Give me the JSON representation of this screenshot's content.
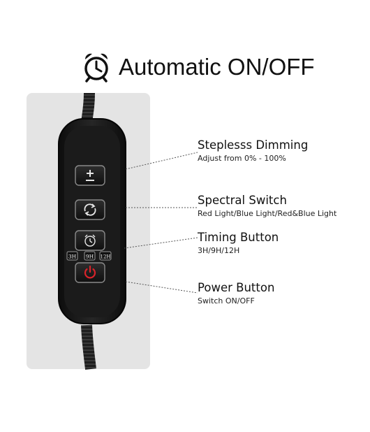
{
  "title": "Automatic ON/OFF",
  "timer_labels": [
    "3H",
    "9H",
    "12H"
  ],
  "callouts": [
    {
      "heading": "Steplesss Dimming",
      "sub": "Adjust from 0% - 100%"
    },
    {
      "heading": "Spectral Switch",
      "sub": "Red Light/Blue Light/Red&Blue Light"
    },
    {
      "heading": "Timing Button",
      "sub": "3H/9H/12H"
    },
    {
      "heading": "Power Button",
      "sub": "Switch ON/OFF"
    }
  ],
  "icons": [
    "alarm-clock-icon",
    "plus-minus-icon",
    "cycle-arrows-icon",
    "timer-clock-icon",
    "power-icon"
  ],
  "colors": {
    "power_accent": "#d8232a",
    "device_body": "#1c1c1c",
    "panel": "#e4e4e4"
  }
}
